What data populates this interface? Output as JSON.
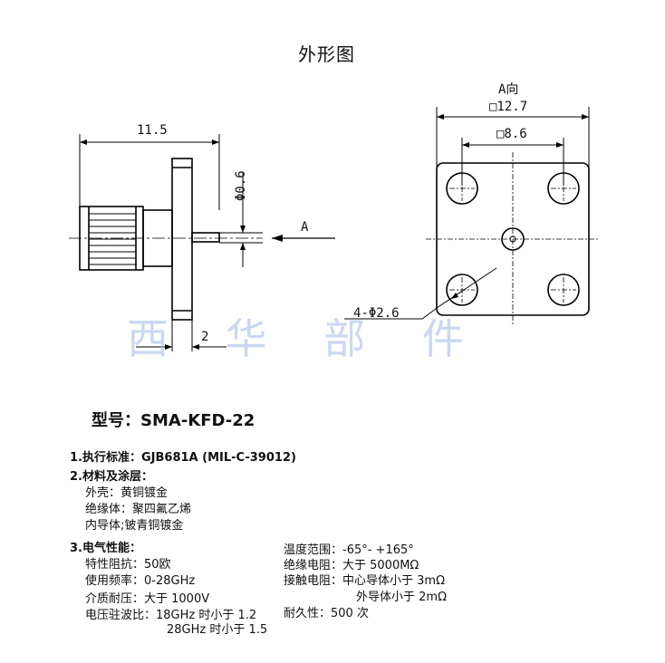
{
  "title": "外形图",
  "view_label": "A向",
  "dims": {
    "length": "11.5",
    "pin_dia": "Φ0.6",
    "arrow_label": "A",
    "outer_sq": "□12.7",
    "inner_sq": "□8.6",
    "holes": "4-Φ2.6",
    "flange_thk": "2"
  },
  "model": "型号：SMA-KFD-22",
  "specs": {
    "s1": "1.执行标准：GJB681A (MIL-C-39012)",
    "s2": "2.材料及涂层：",
    "shell": "外壳：黄铜镀金",
    "insulator": "绝缘体：聚四氟乙烯",
    "inner": "内导体;铍青铜镀金",
    "s3": "3.电气性能：",
    "impedance": "特性阻抗：50欧",
    "freq": "使用频率：0-28GHz",
    "withstand": "介质耐压：大于 1000V",
    "vswr1": "电压驻波比：18GHz 时小于 1.2",
    "vswr2": "28GHz 时小于 1.5",
    "temp": "温度范围：-65°- +165°",
    "insul_res": "绝缘电阻：大于 5000MΩ",
    "contact1": "接触电阻：中心导体小于 3mΩ",
    "contact2": "外导体小于 2mΩ",
    "durability": "耐久性：500 次"
  }
}
